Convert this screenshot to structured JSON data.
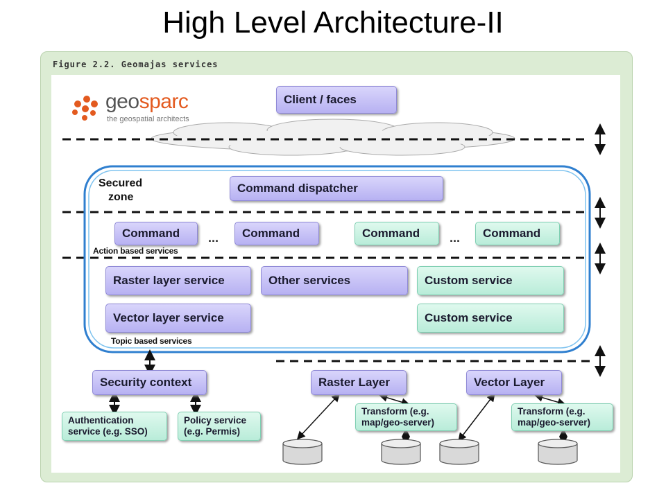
{
  "slide": {
    "title": "High Level Architecture-II"
  },
  "figure": {
    "caption": "Figure 2.2. Geomajas services"
  },
  "logo": {
    "text_main": "geo",
    "text_accent": "sparc",
    "tagline": "the geospatial architects"
  },
  "client": {
    "label": "Client / faces"
  },
  "secured_zone": {
    "label_line1": "Secured",
    "label_line2": "zone",
    "dispatcher": "Command dispatcher",
    "commands": [
      "Command",
      "Command",
      "Command",
      "Command"
    ],
    "ellipsis": [
      "...",
      "..."
    ],
    "action_label": "Action based services",
    "services": {
      "raster": "Raster layer service",
      "other": "Other services",
      "custom1": "Custom service",
      "vector": "Vector layer service",
      "custom2": "Custom service"
    },
    "topic_label": "Topic based services"
  },
  "security": {
    "context": "Security context",
    "auth_line1": "Authentication",
    "auth_line2": "service (e.g. SSO)",
    "policy_line1": "Policy service",
    "policy_line2": "(e.g. Permis)"
  },
  "layers": {
    "raster": "Raster Layer",
    "vector": "Vector Layer",
    "transform1_line1": "Transform (e.g.",
    "transform1_line2": "map/geo-server)",
    "transform2_line1": "Transform (e.g.",
    "transform2_line2": "map/geo-server)"
  },
  "colors": {
    "purple_box": "#c8c3f7",
    "green_box": "#cdf3e4",
    "panel_bg": "#dcecd4",
    "zone_border": "#2f7fcf",
    "logo_accent": "#e35a1f"
  }
}
